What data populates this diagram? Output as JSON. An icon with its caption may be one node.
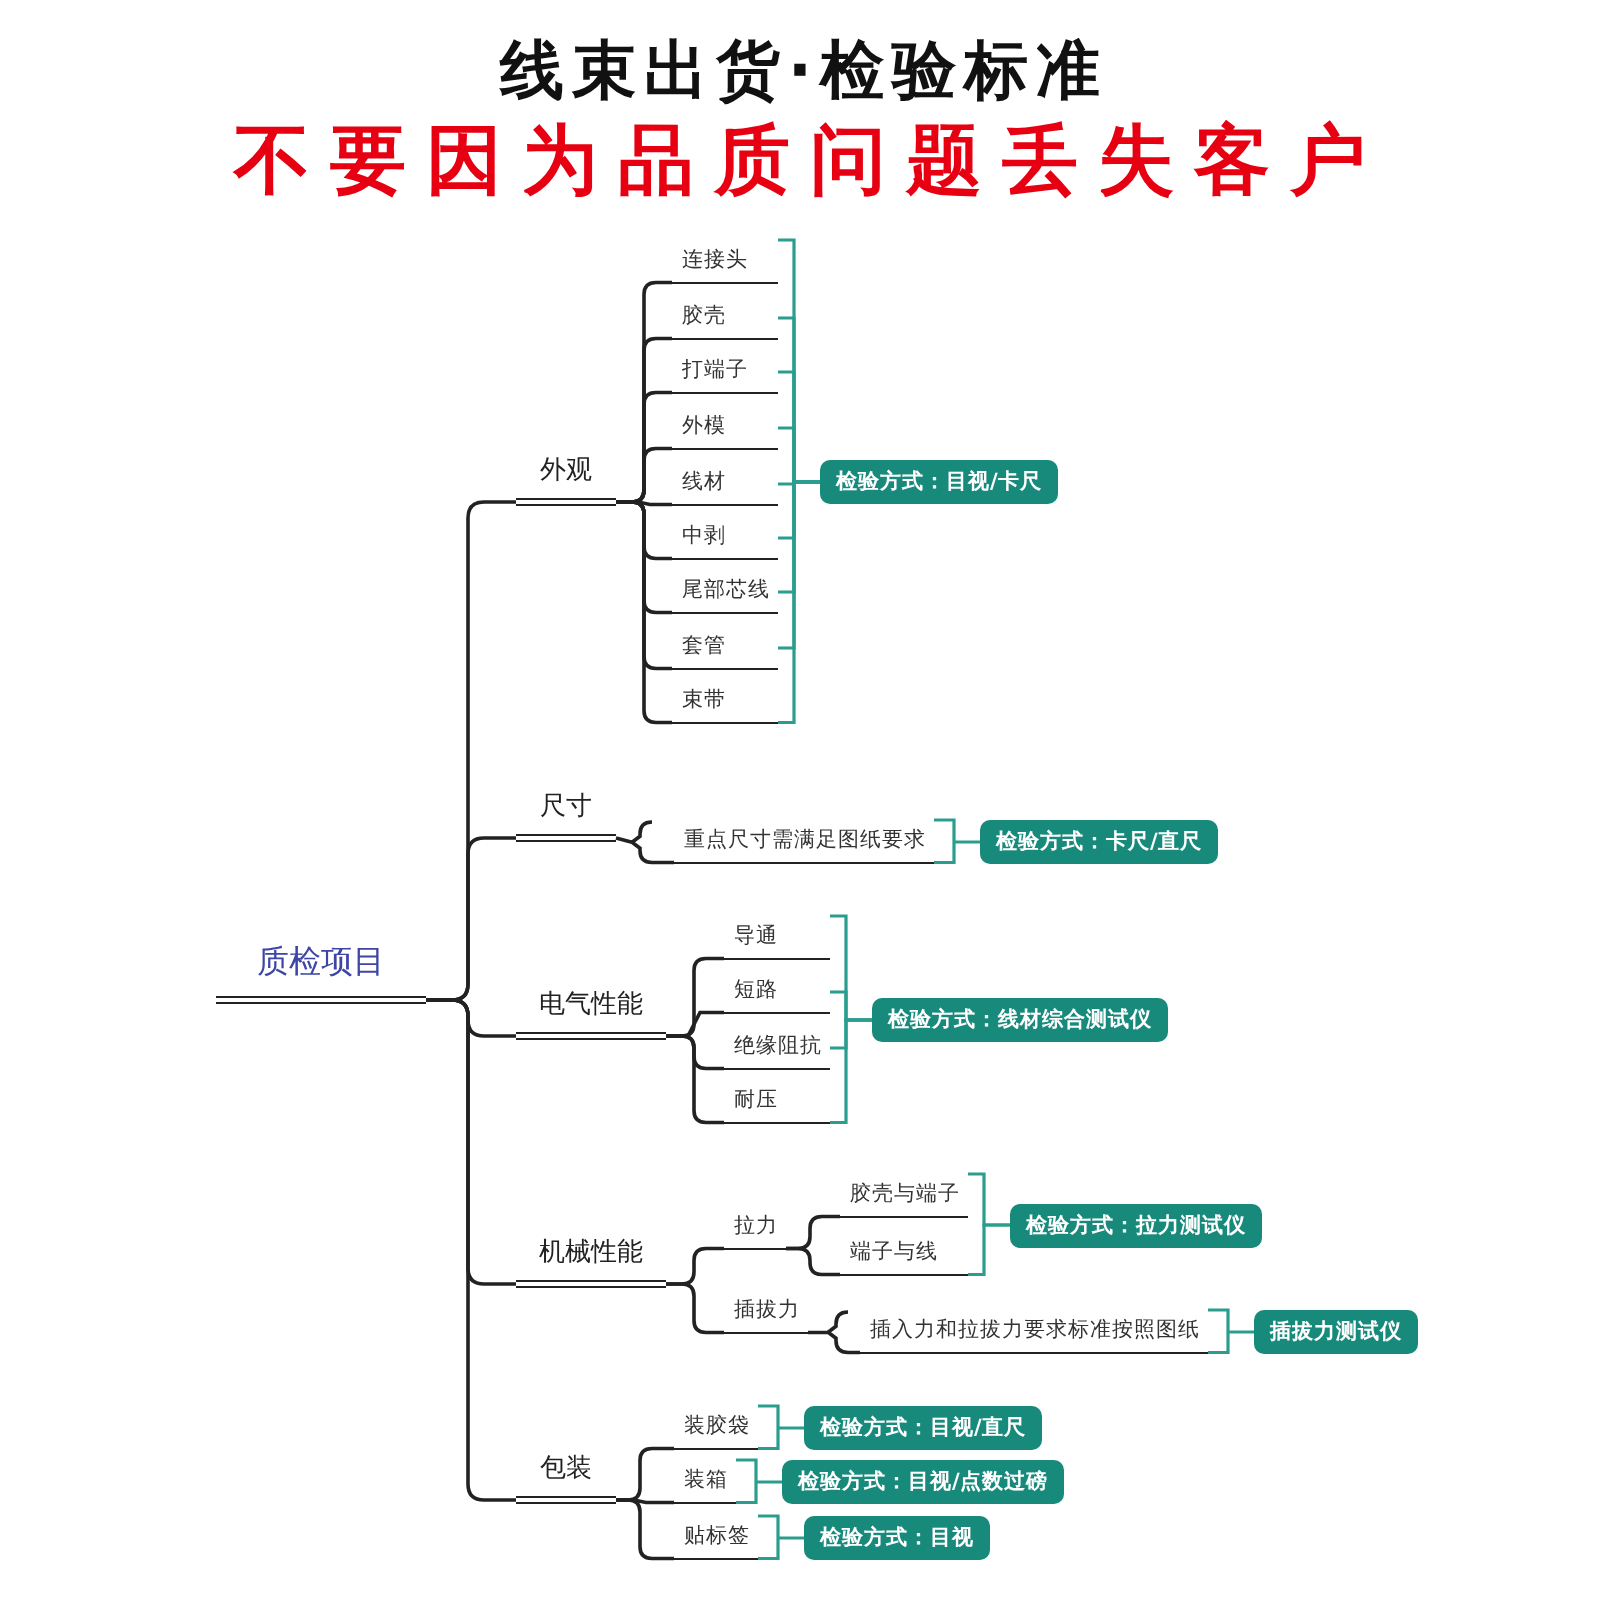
{
  "diagram": {
    "title": "线束出货·检验标准",
    "nodes": [
      {
        "text": [
          "质检项目"
        ]
      },
      {
        "text": [
          "外观"
        ]
      },
      {
        "text": [
          "连接头"
        ]
      },
      {
        "text": [
          "胶壳"
        ]
      },
      {
        "text": [
          "打端子"
        ]
      },
      {
        "text": [
          "外模"
        ]
      },
      {
        "text": [
          "线材"
        ]
      },
      {
        "text": [
          "中剥"
        ]
      },
      {
        "text": [
          "尾部芯线"
        ]
      },
      {
        "text": [
          "套管"
        ]
      },
      {
        "text": [
          "束带"
        ]
      },
      {
        "text": [
          "检验方式：目视/卡尺"
        ]
      },
      {
        "text": [
          "尺寸"
        ]
      },
      {
        "text": [
          "重点尺寸需满足图纸要求"
        ]
      },
      {
        "text": [
          "检验方式：卡尺/直尺"
        ]
      },
      {
        "text": [
          "电气性能"
        ]
      },
      {
        "text": [
          "导通"
        ]
      },
      {
        "text": [
          "短路"
        ]
      },
      {
        "text": [
          "绝缘阻抗"
        ]
      },
      {
        "text": [
          "耐压"
        ]
      },
      {
        "text": [
          "检验方式：线材综合测试仪"
        ]
      },
      {
        "text": [
          "机械性能"
        ]
      },
      {
        "text": [
          "拉力"
        ]
      },
      {
        "text": [
          "胶壳与端子"
        ]
      },
      {
        "text": [
          "端子与线"
        ]
      },
      {
        "text": [
          "检验方式：拉力测试仪"
        ]
      },
      {
        "text": [
          "插拔力"
        ]
      },
      {
        "text": [
          "插入力和拉拔力要求标准按照图纸"
        ]
      },
      {
        "text": [
          "插拔力测试仪"
        ]
      },
      {
        "text": [
          "包装"
        ]
      },
      {
        "text": [
          "装胶袋"
        ]
      },
      {
        "text": [
          "检验方式：目视/直尺"
        ]
      },
      {
        "text": [
          "装箱"
        ]
      },
      {
        "text": [
          "检验方式：目视/点数过磅"
        ]
      },
      {
        "text": [
          "贴标签"
        ]
      },
      {
        "text": [
          "检验方式：目视"
        ]
      }
    ],
    "edges": [
      {
        "from": 0,
        "to": 1,
        "arrow": "none"
      },
      {
        "from": 0,
        "to": 12,
        "arrow": "none"
      },
      {
        "from": 0,
        "to": 15,
        "arrow": "none"
      },
      {
        "from": 0,
        "to": 21,
        "arrow": "none"
      },
      {
        "from": 0,
        "to": 29,
        "arrow": "none"
      },
      {
        "from": 1,
        "to": 2,
        "arrow": "none"
      },
      {
        "from": 1,
        "to": 3,
        "arrow": "none"
      },
      {
        "from": 1,
        "to": 4,
        "arrow": "none"
      },
      {
        "from": 1,
        "to": 5,
        "arrow": "none"
      },
      {
        "from": 1,
        "to": 6,
        "arrow": "none"
      },
      {
        "from": 1,
        "to": 7,
        "arrow": "none"
      },
      {
        "from": 1,
        "to": 8,
        "arrow": "none"
      },
      {
        "from": 1,
        "to": 9,
        "arrow": "none"
      },
      {
        "from": 1,
        "to": 10,
        "arrow": "none"
      },
      {
        "from": 2,
        "to": 11,
        "arrow": "none",
        "color": "#2a9d8f"
      },
      {
        "from": 3,
        "to": 11,
        "arrow": "none",
        "color": "#2a9d8f"
      },
      {
        "from": 4,
        "to": 11,
        "arrow": "none",
        "color": "#2a9d8f"
      },
      {
        "from": 5,
        "to": 11,
        "arrow": "none",
        "color": "#2a9d8f"
      },
      {
        "from": 6,
        "to": 11,
        "arrow": "none",
        "color": "#2a9d8f"
      },
      {
        "from": 7,
        "to": 11,
        "arrow": "none",
        "color": "#2a9d8f"
      },
      {
        "from": 8,
        "to": 11,
        "arrow": "none",
        "color": "#2a9d8f"
      },
      {
        "from": 9,
        "to": 11,
        "arrow": "none",
        "color": "#2a9d8f"
      },
      {
        "from": 10,
        "to": 11,
        "arrow": "none",
        "color": "#2a9d8f"
      },
      {
        "from": 12,
        "to": 13,
        "arrow": "none"
      },
      {
        "from": 13,
        "to": 14,
        "arrow": "none",
        "color": "#2a9d8f"
      },
      {
        "from": 15,
        "to": 16,
        "arrow": "none"
      },
      {
        "from": 15,
        "to": 17,
        "arrow": "none"
      },
      {
        "from": 15,
        "to": 18,
        "arrow": "none"
      },
      {
        "from": 15,
        "to": 19,
        "arrow": "none"
      },
      {
        "from": 16,
        "to": 20,
        "arrow": "none",
        "color": "#2a9d8f"
      },
      {
        "from": 17,
        "to": 20,
        "arrow": "none",
        "color": "#2a9d8f"
      },
      {
        "from": 18,
        "to": 20,
        "arrow": "none",
        "color": "#2a9d8f"
      },
      {
        "from": 19,
        "to": 20,
        "arrow": "none",
        "color": "#2a9d8f"
      },
      {
        "from": 21,
        "to": 22,
        "arrow": "none"
      },
      {
        "from": 21,
        "to": 26,
        "arrow": "none"
      },
      {
        "from": 22,
        "to": 23,
        "arrow": "none"
      },
      {
        "from": 22,
        "to": 24,
        "arrow": "none"
      },
      {
        "from": 23,
        "to": 25,
        "arrow": "none",
        "color": "#2a9d8f"
      },
      {
        "from": 24,
        "to": 25,
        "arrow": "none",
        "color": "#2a9d8f"
      },
      {
        "from": 26,
        "to": 27,
        "arrow": "none"
      },
      {
        "from": 27,
        "to": 28,
        "arrow": "none",
        "color": "#2a9d8f"
      },
      {
        "from": 29,
        "to": 30,
        "arrow": "none"
      },
      {
        "from": 29,
        "to": 32,
        "arrow": "none"
      },
      {
        "from": 29,
        "to": 34,
        "arrow": "none"
      },
      {
        "from": 30,
        "to": 31,
        "arrow": "none",
        "color": "#2a9d8f"
      },
      {
        "from": 32,
        "to": 33,
        "arrow": "none",
        "color": "#2a9d8f"
      },
      {
        "from": 34,
        "to": 35,
        "arrow": "none",
        "color": "#2a9d8f"
      }
    ],
    "labels": [
      "不要因为品质问题丢失客户"
    ]
  }
}
